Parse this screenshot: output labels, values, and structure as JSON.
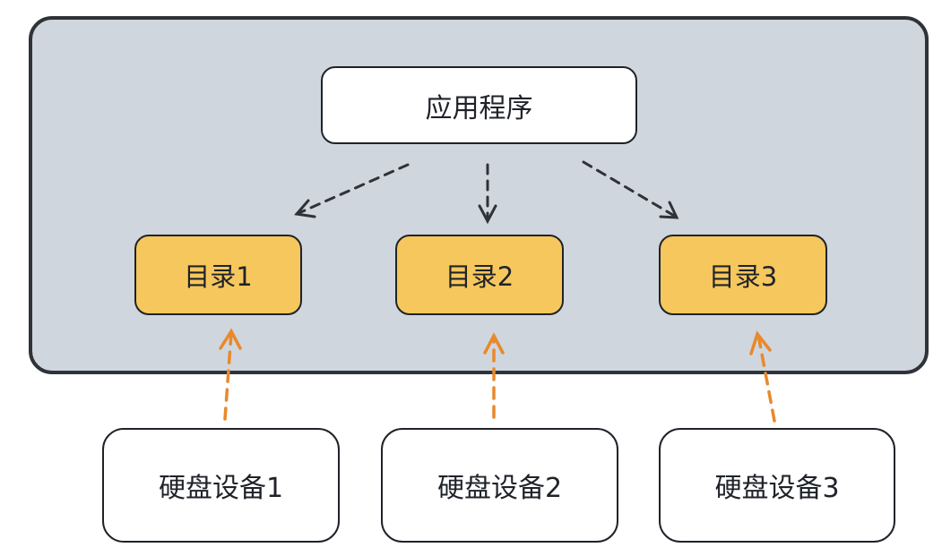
{
  "nodes": {
    "app": "应用程序",
    "dir1": "目录1",
    "dir2": "目录2",
    "dir3": "目录3",
    "disk1": "硬盘设备1",
    "disk2": "硬盘设备2",
    "disk3": "硬盘设备3"
  },
  "colors": {
    "container_fill": "#cfd6de",
    "container_border": "#2f3338",
    "directory_fill": "#f6c75d",
    "node_fill": "#ffffff",
    "app_edge": "#2f3338",
    "disk_edge": "#e8892b"
  },
  "edges": [
    {
      "from": "app",
      "to": "dir1",
      "style": "dashed"
    },
    {
      "from": "app",
      "to": "dir2",
      "style": "dashed"
    },
    {
      "from": "app",
      "to": "dir3",
      "style": "dashed"
    },
    {
      "from": "disk1",
      "to": "dir1",
      "style": "dashed"
    },
    {
      "from": "disk2",
      "to": "dir2",
      "style": "dashed"
    },
    {
      "from": "disk3",
      "to": "dir3",
      "style": "dashed"
    }
  ]
}
